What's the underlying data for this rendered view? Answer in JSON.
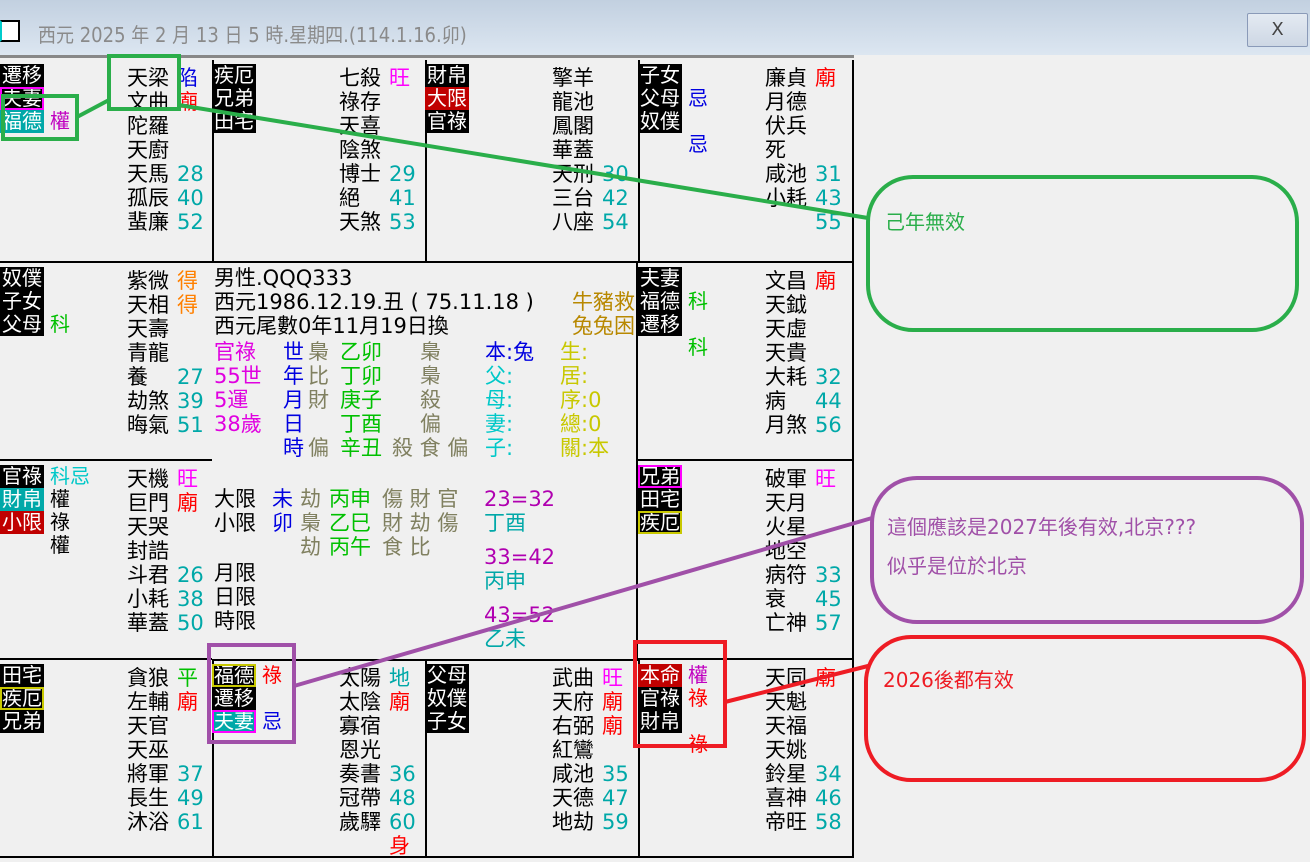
{
  "window": {
    "title": "西元 2025 年 2 月 13 日 5 時.星期四.(114.1.16.卯)",
    "close_label": "X"
  },
  "colors": {
    "black": "#000000",
    "teal": "#00a8a8",
    "red": "#c00000",
    "magenta": "#ff00ff",
    "purple": "#c000c0",
    "blue": "#0000e0",
    "green": "#00c000",
    "orange": "#ff8000",
    "num": "#00a8a8",
    "miao": "#ff0000",
    "olive": "#808060",
    "gold": "#b88800",
    "yellow": "#c8c800",
    "cyan": "#00c8c8"
  },
  "cells": [
    {
      "palaces": [
        {
          "text": "遷移",
          "bg": "black"
        },
        {
          "text": "夫妻",
          "bg": "black",
          "border": "magenta"
        },
        {
          "text": "福德",
          "bg": "teal"
        }
      ],
      "marks": [
        {
          "row": 2,
          "text": "權",
          "color": "purple"
        }
      ],
      "stars": [
        {
          "name": "天梁",
          "suffix": "陷",
          "color": "blue"
        },
        {
          "name": "文曲",
          "suffix": "廟",
          "color": "miao"
        },
        {
          "name": "陀羅"
        },
        {
          "name": "天廚"
        },
        {
          "name": "天馬",
          "suffix": "28",
          "color": "num"
        },
        {
          "name": "孤辰",
          "suffix": "40",
          "color": "num"
        },
        {
          "name": "蜚廉",
          "suffix": "52",
          "color": "num"
        }
      ]
    },
    {
      "palaces": [
        {
          "text": "疾厄",
          "bg": "black"
        },
        {
          "text": "兄弟",
          "bg": "black"
        },
        {
          "text": "田宅",
          "bg": "black"
        }
      ],
      "marks": [],
      "stars": [
        {
          "name": "七殺",
          "suffix": "旺",
          "color": "magenta"
        },
        {
          "name": "祿存"
        },
        {
          "name": "天喜"
        },
        {
          "name": "陰煞"
        },
        {
          "name": "博士",
          "suffix": "29",
          "color": "num"
        },
        {
          "name": "絕",
          "suffix": "41",
          "color": "num"
        },
        {
          "name": "天煞",
          "suffix": "53",
          "color": "num"
        }
      ]
    },
    {
      "palaces": [
        {
          "text": "財帛",
          "bg": "black"
        },
        {
          "text": "大限",
          "bg": "red"
        },
        {
          "text": "官祿",
          "bg": "black"
        }
      ],
      "marks": [],
      "stars": [
        {
          "name": "擎羊"
        },
        {
          "name": "龍池"
        },
        {
          "name": "鳳閣"
        },
        {
          "name": "華蓋"
        },
        {
          "name": "天刑",
          "suffix": "30",
          "color": "num"
        },
        {
          "name": "三台",
          "suffix": "42",
          "color": "num"
        },
        {
          "name": "八座",
          "suffix": "54",
          "color": "num"
        }
      ]
    },
    {
      "palaces": [
        {
          "text": "子女",
          "bg": "black"
        },
        {
          "text": "父母",
          "bg": "black"
        },
        {
          "text": "奴僕",
          "bg": "black"
        }
      ],
      "marks": [
        {
          "row": 1,
          "text": "忌",
          "color": "blue"
        },
        {
          "row": 3,
          "text": "忌",
          "color": "blue"
        }
      ],
      "stars": [
        {
          "name": "廉貞",
          "suffix": "廟",
          "color": "miao"
        },
        {
          "name": "月德"
        },
        {
          "name": "伏兵"
        },
        {
          "name": "死"
        },
        {
          "name": "咸池",
          "suffix": "31",
          "color": "num"
        },
        {
          "name": "小耗",
          "suffix": "43",
          "color": "num"
        },
        {
          "name": "",
          "suffix": "55",
          "color": "num"
        }
      ]
    },
    {
      "palaces": [
        {
          "text": "奴僕",
          "bg": "black"
        },
        {
          "text": "子女",
          "bg": "black"
        },
        {
          "text": "父母",
          "bg": "black"
        }
      ],
      "marks": [
        {
          "row": 2,
          "text": "科",
          "color": "green"
        }
      ],
      "stars": [
        {
          "name": "紫微",
          "suffix": "得",
          "color": "orange"
        },
        {
          "name": "天相",
          "suffix": "得",
          "color": "orange"
        },
        {
          "name": "天壽"
        },
        {
          "name": "青龍"
        },
        {
          "name": "養",
          "suffix": "27",
          "color": "num"
        },
        {
          "name": "劫煞",
          "suffix": "39",
          "color": "num"
        },
        {
          "name": "晦氣",
          "suffix": "51",
          "color": "num"
        }
      ]
    },
    {
      "palaces": [
        {
          "text": "官祿",
          "bg": "black"
        },
        {
          "text": "財帛",
          "bg": "teal"
        },
        {
          "text": "小限",
          "bg": "red"
        }
      ],
      "marks": [
        {
          "row": 0,
          "text": "科忌",
          "color": "cyan"
        },
        {
          "row": 1,
          "text": "權",
          "color": "black"
        },
        {
          "row": 2,
          "text": "祿",
          "color": "black"
        },
        {
          "row": 3,
          "text": "權",
          "color": "black"
        }
      ],
      "stars": [
        {
          "name": "天機",
          "suffix": "旺",
          "color": "magenta"
        },
        {
          "name": "巨門",
          "suffix": "廟",
          "color": "miao"
        },
        {
          "name": "天哭"
        },
        {
          "name": "封誥"
        },
        {
          "name": "斗君",
          "suffix": "26",
          "color": "num"
        },
        {
          "name": "小耗",
          "suffix": "38",
          "color": "num"
        },
        {
          "name": "華蓋",
          "suffix": "50",
          "color": "num"
        }
      ]
    },
    {
      "palaces": [
        {
          "text": "夫妻",
          "bg": "black"
        },
        {
          "text": "福德",
          "bg": "black"
        },
        {
          "text": "遷移",
          "bg": "black"
        }
      ],
      "marks": [
        {
          "row": 1,
          "text": "科",
          "color": "green"
        },
        {
          "row": 3,
          "text": "科",
          "color": "green"
        }
      ],
      "stars": [
        {
          "name": "文昌",
          "suffix": "廟",
          "color": "miao"
        },
        {
          "name": "天鉞"
        },
        {
          "name": "天虛"
        },
        {
          "name": "天貴"
        },
        {
          "name": "大耗",
          "suffix": "32",
          "color": "num"
        },
        {
          "name": "病",
          "suffix": "44",
          "color": "num"
        },
        {
          "name": "月煞",
          "suffix": "56",
          "color": "num"
        }
      ]
    },
    {
      "palaces": [
        {
          "text": "兄弟",
          "bg": "black",
          "border": "magenta"
        },
        {
          "text": "田宅",
          "bg": "black"
        },
        {
          "text": "疾厄",
          "bg": "black",
          "border": "yellow"
        }
      ],
      "marks": [],
      "stars": [
        {
          "name": "破軍",
          "suffix": "旺",
          "color": "magenta"
        },
        {
          "name": "天月"
        },
        {
          "name": "火星"
        },
        {
          "name": "地空"
        },
        {
          "name": "病符",
          "suffix": "33",
          "color": "num"
        },
        {
          "name": "衰",
          "suffix": "45",
          "color": "num"
        },
        {
          "name": "亡神",
          "suffix": "57",
          "color": "num"
        }
      ]
    },
    {
      "palaces": [
        {
          "text": "田宅",
          "bg": "black"
        },
        {
          "text": "疾厄",
          "bg": "black",
          "border": "yellow"
        },
        {
          "text": "兄弟",
          "bg": "black"
        }
      ],
      "marks": [],
      "stars": [
        {
          "name": "貪狼",
          "suffix": "平",
          "color": "green"
        },
        {
          "name": "左輔",
          "suffix": "廟",
          "color": "miao"
        },
        {
          "name": "天官"
        },
        {
          "name": "天巫"
        },
        {
          "name": "將軍",
          "suffix": "37",
          "color": "num"
        },
        {
          "name": "長生",
          "suffix": "49",
          "color": "num"
        },
        {
          "name": "沐浴",
          "suffix": "61",
          "color": "num"
        }
      ]
    },
    {
      "palaces": [
        {
          "text": "福德",
          "bg": "black",
          "border": "yellow"
        },
        {
          "text": "遷移",
          "bg": "black"
        },
        {
          "text": "夫妻",
          "bg": "teal",
          "border": "magenta"
        }
      ],
      "marks": [
        {
          "row": 0,
          "text": "祿",
          "color": "miao"
        },
        {
          "row": 2,
          "text": "忌",
          "color": "blue"
        }
      ],
      "stars": [
        {
          "name": "太陽",
          "suffix": "地",
          "color": "num"
        },
        {
          "name": "太陰",
          "suffix": "廟",
          "color": "miao"
        },
        {
          "name": "寡宿"
        },
        {
          "name": "恩光"
        },
        {
          "name": "奏書",
          "suffix": "36",
          "color": "num"
        },
        {
          "name": "冠帶",
          "suffix": "48",
          "color": "num"
        },
        {
          "name": "歲驛",
          "suffix": "60",
          "color": "num"
        },
        {
          "name": "",
          "suffix": "身",
          "color": "miao"
        }
      ]
    },
    {
      "palaces": [
        {
          "text": "父母",
          "bg": "black"
        },
        {
          "text": "奴僕",
          "bg": "black"
        },
        {
          "text": "子女",
          "bg": "black"
        }
      ],
      "marks": [],
      "stars": [
        {
          "name": "武曲",
          "suffix": "旺",
          "color": "magenta"
        },
        {
          "name": "天府",
          "suffix": "廟",
          "color": "miao"
        },
        {
          "name": "右弼",
          "suffix": "廟",
          "color": "miao"
        },
        {
          "name": "紅鸞"
        },
        {
          "name": "咸池",
          "suffix": "35",
          "color": "num"
        },
        {
          "name": "天德",
          "suffix": "47",
          "color": "num"
        },
        {
          "name": "地劫",
          "suffix": "59",
          "color": "num"
        }
      ]
    },
    {
      "palaces": [
        {
          "text": "本命",
          "bg": "red"
        },
        {
          "text": "官祿",
          "bg": "black"
        },
        {
          "text": "財帛",
          "bg": "black"
        }
      ],
      "marks": [
        {
          "row": 0,
          "text": "權",
          "color": "purple"
        },
        {
          "row": 1,
          "text": "祿",
          "color": "miao"
        },
        {
          "row": 3,
          "text": "祿",
          "color": "miao"
        }
      ],
      "stars": [
        {
          "name": "天同",
          "suffix": "廟",
          "color": "miao"
        },
        {
          "name": "天魁"
        },
        {
          "name": "天福"
        },
        {
          "name": "天姚"
        },
        {
          "name": "鈴星",
          "suffix": "34",
          "color": "num"
        },
        {
          "name": "喜神",
          "suffix": "46",
          "color": "num"
        },
        {
          "name": "帝旺",
          "suffix": "58",
          "color": "num"
        }
      ]
    }
  ],
  "center": {
    "line1": "男性.QQQ333",
    "line2": "西元1986.12.19.丑 ( 75.11.18 )",
    "line3": "西元尾數0年11月19日換",
    "side1": "牛豬救",
    "side2": "兔兔困",
    "left": [
      "官祿",
      "55世",
      "5運",
      "38歲"
    ],
    "pillar_labels": [
      "世",
      "年",
      "月",
      "日",
      "時"
    ],
    "gods": [
      "梟",
      "比",
      "財",
      "",
      "偏"
    ],
    "ganzhi": [
      "乙卯",
      "丁卯",
      "庚子",
      "丁酉",
      "辛丑"
    ],
    "hidden": [
      "梟",
      "梟",
      "殺",
      "偏",
      "殺 食 偏"
    ],
    "relations": [
      "本:兔",
      "父:",
      "母:",
      "妻:",
      "子:"
    ],
    "stats": [
      "生:",
      "居:",
      "序:0",
      "總:0",
      "關:本"
    ],
    "limits": [
      {
        "label": "大限",
        "branch": "未",
        "text": "劫",
        "ganzhi": "丙申",
        "tail": "傷 財 官"
      },
      {
        "label": "小限",
        "branch": "卯",
        "text": "梟",
        "ganzhi": "乙巳",
        "tail": "財 劫 傷"
      },
      {
        "label": "",
        "branch": "",
        "text": "劫",
        "ganzhi": "丙午",
        "tail": "食 比"
      }
    ],
    "sub_limits": [
      "月限",
      "日限",
      "時限"
    ],
    "ranges": [
      {
        "range": "23=32",
        "gz": "丁酉"
      },
      {
        "range": "33=42",
        "gz": "丙申"
      },
      {
        "range": "43=52",
        "gz": "乙未"
      }
    ]
  },
  "annotations": {
    "green": {
      "text": "己年無效",
      "color": "#2aae4a"
    },
    "purple": {
      "line1": "這個應該是2027年後有效,北京???",
      "line2": "似乎是位於北京",
      "color": "#a050a8"
    },
    "red": {
      "text": "2026後都有效",
      "color": "#ee1c24"
    }
  }
}
